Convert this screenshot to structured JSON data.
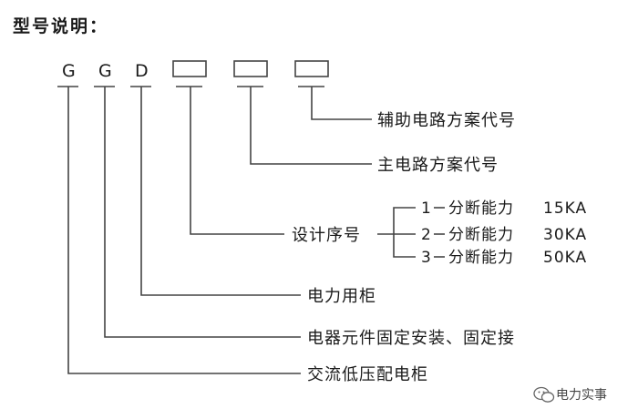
{
  "heading": "型号说明：",
  "codes": [
    "G",
    "G",
    "D"
  ],
  "labels": {
    "aux_scheme": "辅助电路方案代号",
    "main_scheme": "主电路方案代号",
    "design_no": "设计序号",
    "cabinet_use": "电力用柜",
    "install": "电器元件固定安装、固定接",
    "type": "交流低压配电柜"
  },
  "breaking_capacity": [
    {
      "code": "1",
      "text": "分断能力",
      "value": "15KA"
    },
    {
      "code": "2",
      "text": "分断能力",
      "value": "30KA"
    },
    {
      "code": "3",
      "text": "分断能力",
      "value": "50KA"
    }
  ],
  "watermark": "电力实事"
}
